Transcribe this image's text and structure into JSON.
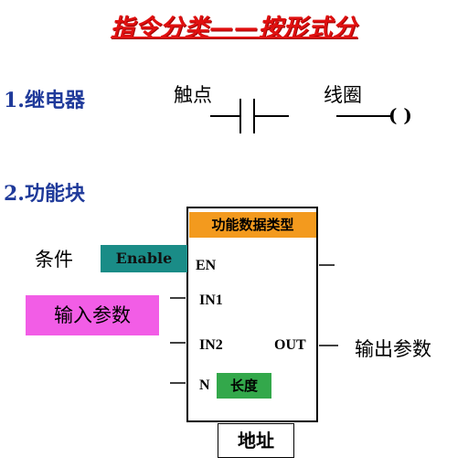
{
  "title": "指令分类——按形式分",
  "section1": {
    "heading": "1.继电器",
    "contact_label": "触点",
    "coil_label": "线圈",
    "coil_symbol": "(  )"
  },
  "section2": {
    "heading": "2.功能块",
    "block_title": "功能数据类型",
    "condition_label": "条件",
    "enable_label": "Enable",
    "input_params_label": "输入参数",
    "output_params_label": "输出参数",
    "pins": {
      "en": "EN",
      "in1": "IN1",
      "in2": "IN2",
      "n": "N",
      "out": "OUT"
    },
    "length_label": "长度",
    "address_label": "地址"
  },
  "colors": {
    "title": "#e01010",
    "heading": "#1f3a9a",
    "block_title_bg": "#f39a1e",
    "enable_bg": "#1a8c87",
    "input_params_bg": "#f25de6",
    "length_bg": "#33a84b"
  }
}
